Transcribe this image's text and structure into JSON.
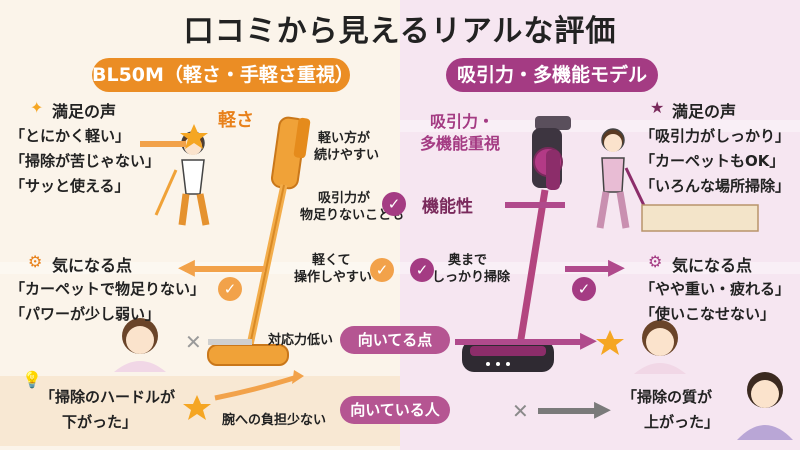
{
  "title": "口コミから見えるリアルな評価",
  "left": {
    "header": "BL50M（軽さ・手軽さ重視）",
    "feature": "軽さ",
    "satisfied_title": "満足の声",
    "satisfied_quotes": [
      "「とにかく軽い」",
      "「掃除が苦じゃない」",
      "「サッと使える」"
    ],
    "concern_title": "気になる点",
    "concern_quotes": [
      "「カーペットで物足りない」",
      "「パワーが少し弱い」"
    ],
    "bottom_quote": [
      "「掃除のハードルが",
      "下がった」"
    ],
    "note_light_1": "軽い方が",
    "note_light_2": "続けやすい",
    "note_suction_1": "吸引力が",
    "note_suction_2": "物足りないことも",
    "note_easy_1": "軽くて",
    "note_easy_2": "操作しやすい",
    "note_versatility": "対応力低い",
    "note_arm": "腕への負担少ない"
  },
  "right": {
    "header": "吸引力・多機能モデル",
    "feature_1": "吸引力・",
    "feature_2": "多機能重視",
    "satisfied_title": "満足の声",
    "satisfied_quotes": [
      "「吸引力がしっかり」",
      "「カーペットもOK」",
      "「いろんな場所掃除」"
    ],
    "concern_title": "気になる点",
    "concern_quotes": [
      "「やや重い・疲れる」",
      "「使いこなせない」"
    ],
    "bottom_quote": [
      "「掃除の質が",
      "上がった」"
    ],
    "note_functionality": "機能性",
    "note_deep_1": "奥まで",
    "note_deep_2": "しっかり掃除"
  },
  "center": {
    "suited_point": "向いてる点",
    "suited_person": "向いている人"
  },
  "colors": {
    "orange": "#eb8d24",
    "purple": "#a43b83",
    "left_bg": "#fbf4ea",
    "right_bg": "#f6e6f1"
  }
}
